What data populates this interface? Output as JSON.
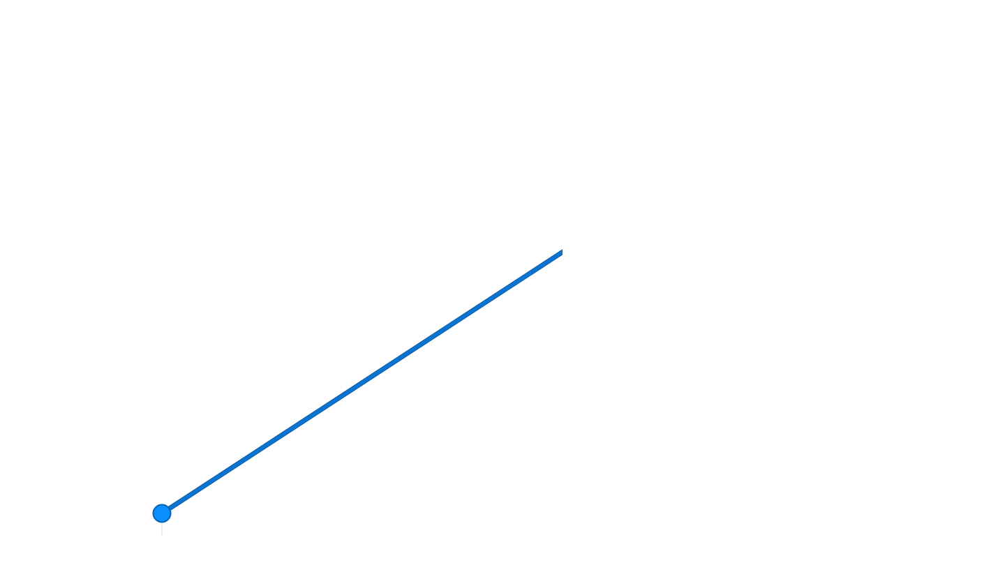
{
  "chart_data": {
    "type": "line",
    "title": "",
    "xlabel": "",
    "ylabel": "",
    "grid": false,
    "legend": "none",
    "series": [
      {
        "color": "#0a74d0",
        "marker_color": "#0a8fff",
        "points": [
          {
            "x": 0,
            "y": 0
          },
          {
            "x": 1,
            "y": 0.5
          }
        ]
      }
    ],
    "visible_marker_index": 0,
    "line_continues_offscreen": true
  }
}
